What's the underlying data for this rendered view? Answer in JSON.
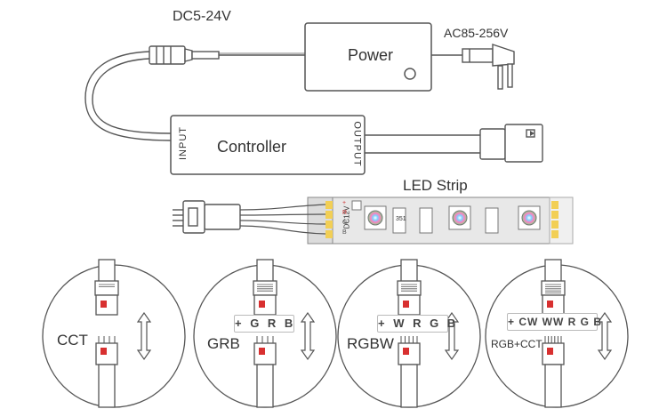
{
  "power_supply": {
    "dc_label": "DC5-24V",
    "ac_label": "AC85-256V",
    "title": "Power"
  },
  "controller": {
    "title": "Controller",
    "input_label": "INPUT",
    "output_label": "OUTPUT"
  },
  "led_strip": {
    "title": "LED Strip",
    "voltage_label": "DC12V",
    "pin_labels": [
      "+",
      "R",
      "G",
      "B"
    ],
    "resistor_label": "351"
  },
  "connection_modes": [
    {
      "label": "CCT",
      "channels": ""
    },
    {
      "label": "GRB",
      "channels": "+ G R B"
    },
    {
      "label": "RGBW",
      "channels": "+ W R G B"
    },
    {
      "label": "RGB+CCT",
      "channels": "+ CW WW R G B"
    }
  ],
  "colors": {
    "line": "#555555",
    "red_marker": "#d83030",
    "strip_fill": "#e8e8e8",
    "solder_pad": "#f2cf55"
  }
}
